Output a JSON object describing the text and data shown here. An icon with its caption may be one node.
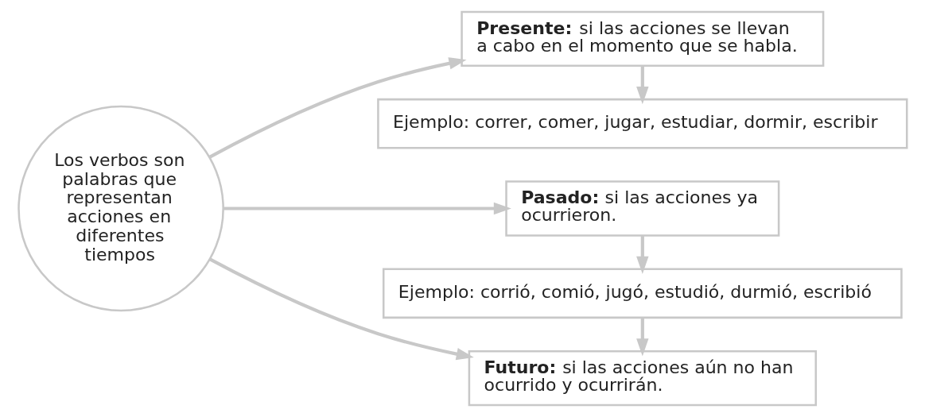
{
  "diagram": {
    "nodes": [
      {
        "text": [
          "Los verbos son palabras que representan acciones en diferentes tiempos"
        ]
      },
      {
        "text": [
          "**Presente:** si las acciones se llevan a cabo en el momento que se habla."
        ]
      },
      {
        "text": [
          "Ejemplo: correr, comer, jugar, estudiar, dormir, escribir"
        ]
      },
      {
        "text": [
          "**Pasado:** si las acciones ya ocurrieron."
        ]
      },
      {
        "text": [
          "Ejemplo: corrió, comió, jugó, estudió, durmió, escribió"
        ]
      },
      {
        "text": [
          "**Futuro:** si las acciones aún no han ocurrido y ocurrirán."
        ]
      }
    ],
    "edges": [
      {
        "from": 0,
        "to": 1,
        "arrow": "to"
      },
      {
        "from": 0,
        "to": 3,
        "arrow": "to"
      },
      {
        "from": 0,
        "to": 5,
        "arrow": "to"
      },
      {
        "from": 1,
        "to": 2,
        "arrow": "to"
      },
      {
        "from": 3,
        "to": 4,
        "arrow": "to"
      },
      {
        "from": 4,
        "to": 5,
        "arrow": "to"
      }
    ]
  }
}
